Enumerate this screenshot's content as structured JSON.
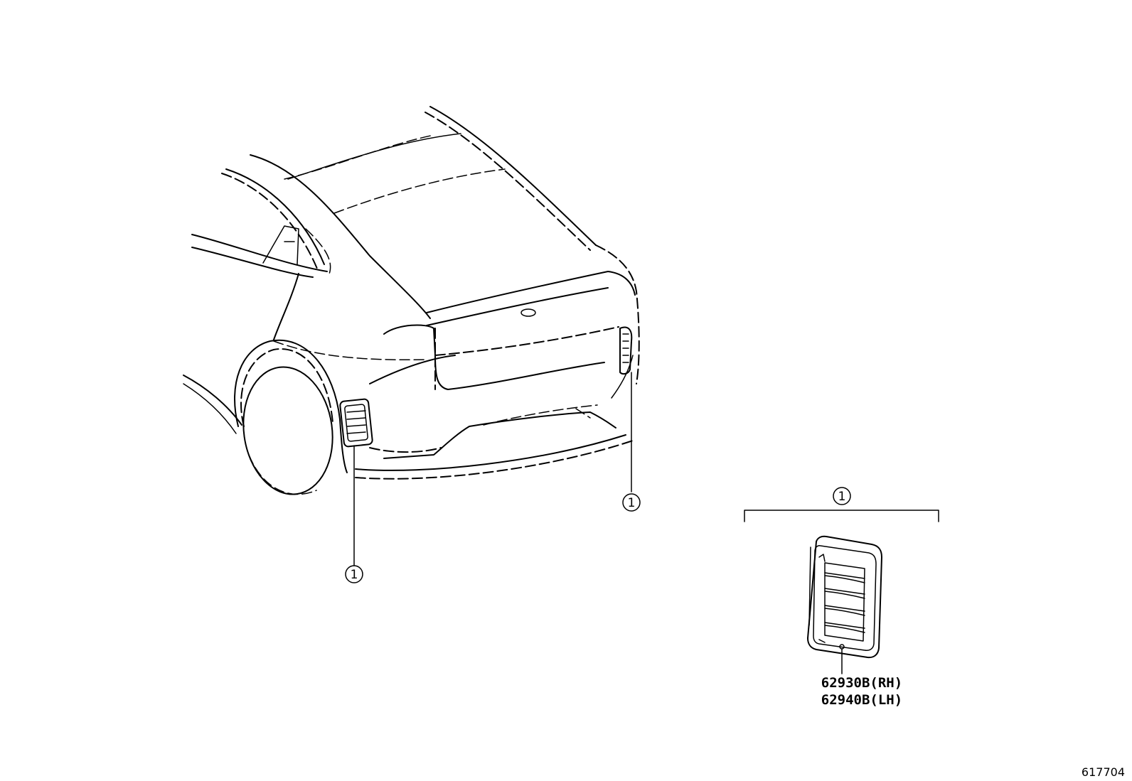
{
  "callouts": {
    "left": "1",
    "right": "1",
    "detail": "1"
  },
  "parts": {
    "part_rh": "62930B(RH)",
    "part_lh": "62940B(LH)"
  },
  "figure_id": "617704"
}
